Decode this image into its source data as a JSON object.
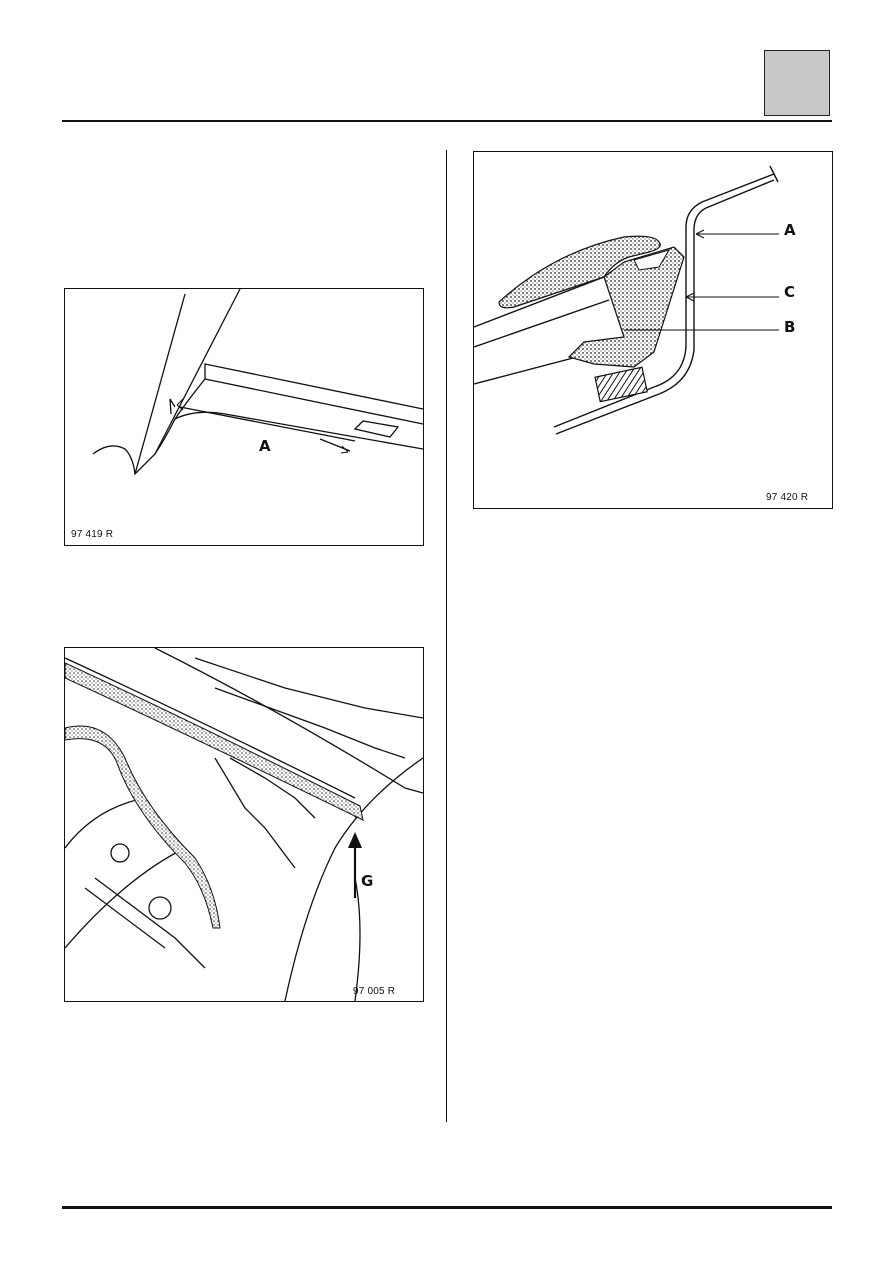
{
  "figures": {
    "fig1": {
      "number": "97 419 R",
      "labels": {
        "a": "A"
      }
    },
    "fig2": {
      "number": "97 005 R",
      "labels": {
        "g": "G"
      }
    },
    "fig3": {
      "number": "97 420 R",
      "labels": {
        "a": "A",
        "c": "C",
        "b": "B"
      }
    }
  }
}
